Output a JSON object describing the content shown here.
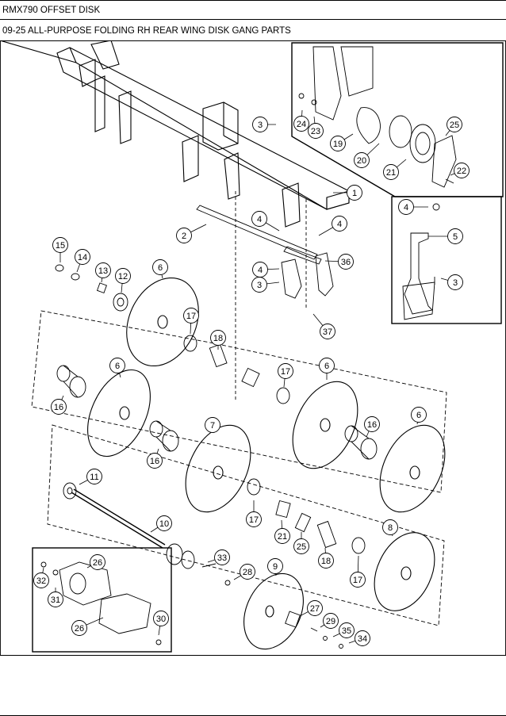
{
  "header": {
    "model": "RMX790 OFFSET DISK",
    "section": "09-25 ALL-PURPOSE FOLDING RH REAR WING DISK GANG PARTS"
  },
  "callouts": [
    {
      "id": "c1",
      "label": "1"
    },
    {
      "id": "c2",
      "label": "2"
    },
    {
      "id": "c3a",
      "label": "3"
    },
    {
      "id": "c3b",
      "label": "3"
    },
    {
      "id": "c3c",
      "label": "3"
    },
    {
      "id": "c4a",
      "label": "4"
    },
    {
      "id": "c4b",
      "label": "4"
    },
    {
      "id": "c4c",
      "label": "4"
    },
    {
      "id": "c4d",
      "label": "4"
    },
    {
      "id": "c5",
      "label": "5"
    },
    {
      "id": "c6a",
      "label": "6"
    },
    {
      "id": "c6b",
      "label": "6"
    },
    {
      "id": "c6c",
      "label": "6"
    },
    {
      "id": "c6d",
      "label": "6"
    },
    {
      "id": "c7",
      "label": "7"
    },
    {
      "id": "c8",
      "label": "8"
    },
    {
      "id": "c9",
      "label": "9"
    },
    {
      "id": "c10",
      "label": "10"
    },
    {
      "id": "c11",
      "label": "11"
    },
    {
      "id": "c12",
      "label": "12"
    },
    {
      "id": "c13",
      "label": "13"
    },
    {
      "id": "c14",
      "label": "14"
    },
    {
      "id": "c15",
      "label": "15"
    },
    {
      "id": "c16a",
      "label": "16"
    },
    {
      "id": "c16b",
      "label": "16"
    },
    {
      "id": "c16c",
      "label": "16"
    },
    {
      "id": "c17a",
      "label": "17"
    },
    {
      "id": "c17b",
      "label": "17"
    },
    {
      "id": "c17c",
      "label": "17"
    },
    {
      "id": "c17d",
      "label": "17"
    },
    {
      "id": "c18a",
      "label": "18"
    },
    {
      "id": "c18b",
      "label": "18"
    },
    {
      "id": "c19",
      "label": "19"
    },
    {
      "id": "c20",
      "label": "20"
    },
    {
      "id": "c21a",
      "label": "21"
    },
    {
      "id": "c21b",
      "label": "21"
    },
    {
      "id": "c22",
      "label": "22"
    },
    {
      "id": "c23",
      "label": "23"
    },
    {
      "id": "c24",
      "label": "24"
    },
    {
      "id": "c25a",
      "label": "25"
    },
    {
      "id": "c25b",
      "label": "25"
    },
    {
      "id": "c26a",
      "label": "26"
    },
    {
      "id": "c26b",
      "label": "26"
    },
    {
      "id": "c27",
      "label": "27"
    },
    {
      "id": "c28",
      "label": "28"
    },
    {
      "id": "c29",
      "label": "29"
    },
    {
      "id": "c30",
      "label": "30"
    },
    {
      "id": "c31",
      "label": "31"
    },
    {
      "id": "c32",
      "label": "32"
    },
    {
      "id": "c33",
      "label": "33"
    },
    {
      "id": "c34",
      "label": "34"
    },
    {
      "id": "c35",
      "label": "35"
    },
    {
      "id": "c36",
      "label": "36"
    },
    {
      "id": "c37",
      "label": "37"
    }
  ]
}
